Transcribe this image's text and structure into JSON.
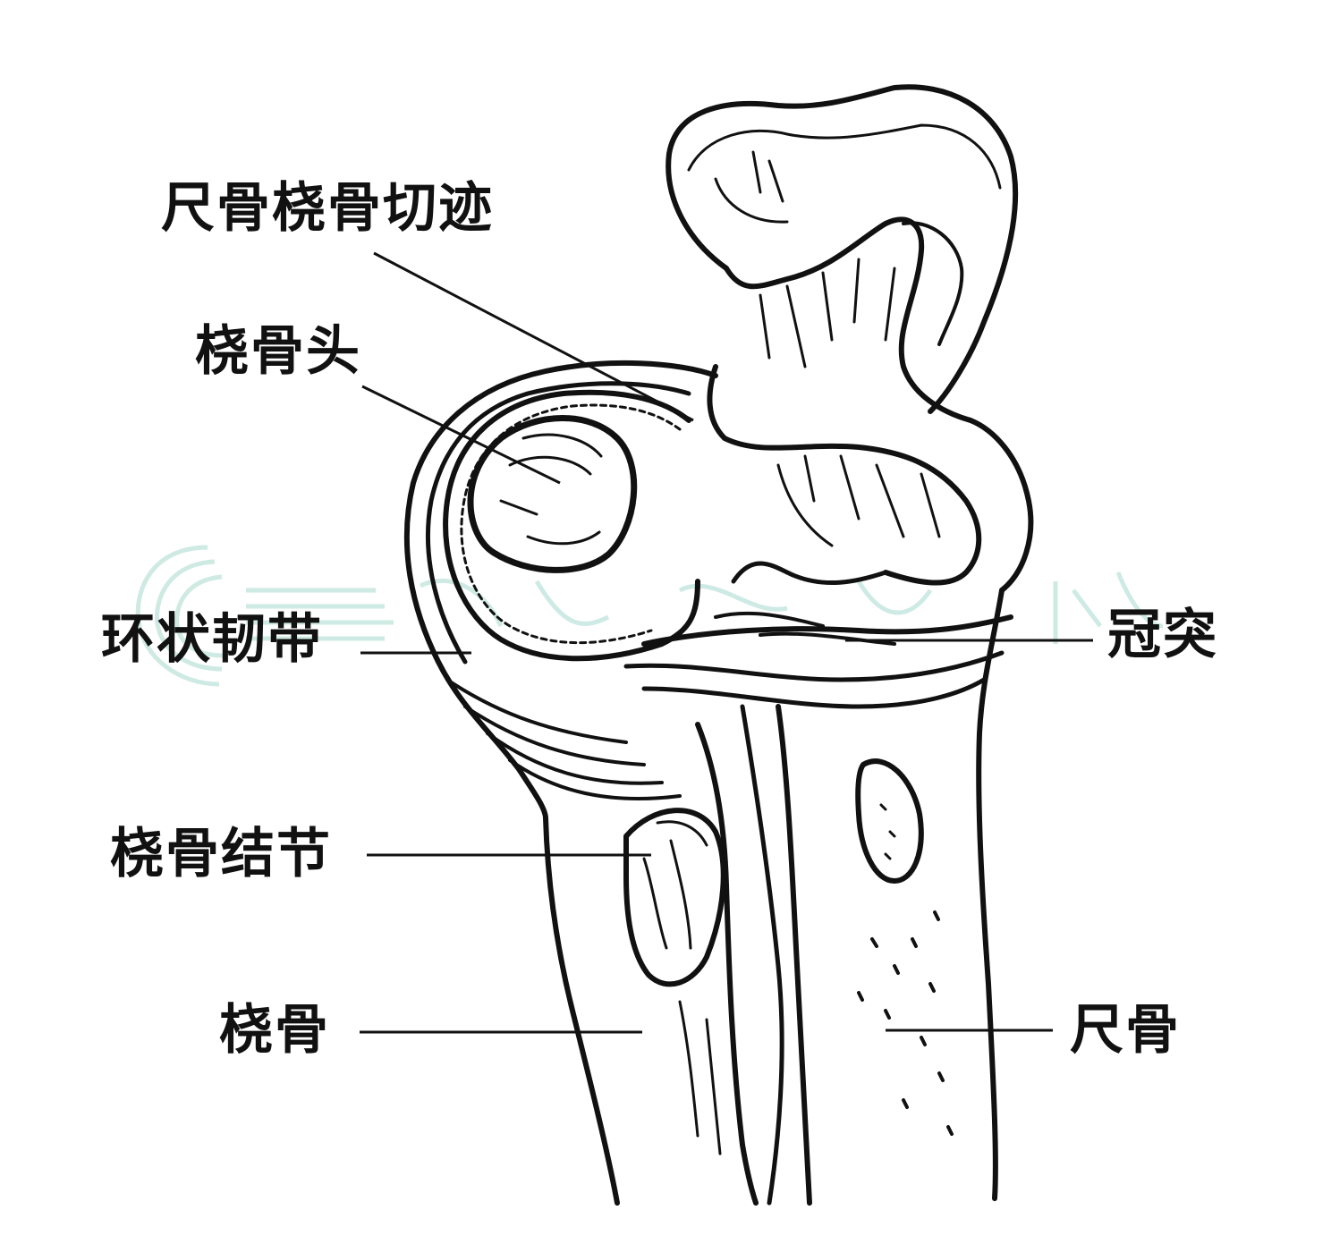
{
  "labels": {
    "radial_notch": "尺骨桡骨切迹",
    "radial_head": "桡骨头",
    "annular_ligament": "环状韧带",
    "coronoid_process": "冠突",
    "radial_tuberosity": "桡骨结节",
    "radius": "桡骨",
    "ulna": "尺骨"
  },
  "colors": {
    "ink": "#111111",
    "watermark": "#c9e8e1",
    "background": "#ffffff"
  }
}
